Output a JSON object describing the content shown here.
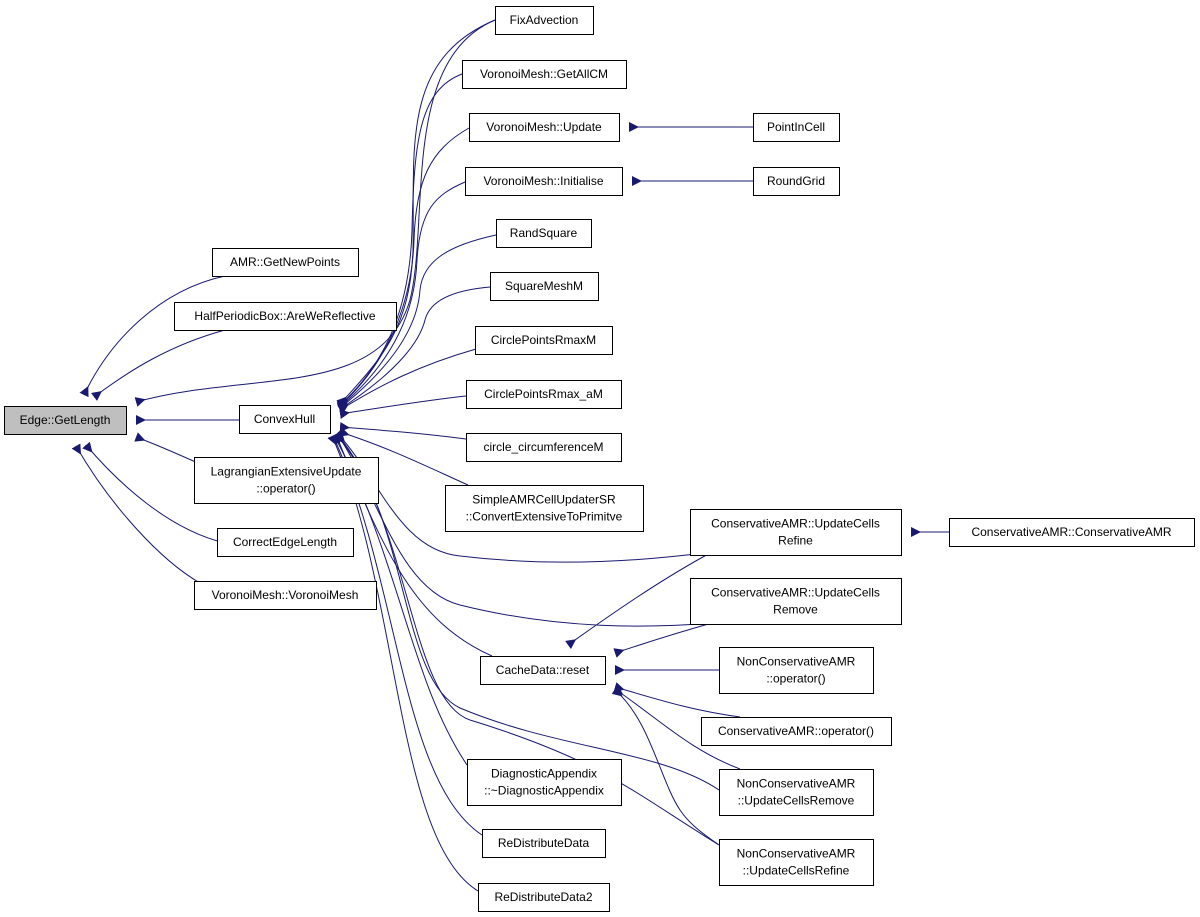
{
  "graph": {
    "colors": {
      "edge": "#191970",
      "node_fill": "#ffffff",
      "root_fill": "#bfbfbf",
      "border": "#000000"
    },
    "nodes": [
      {
        "id": "n0",
        "lines": [
          "Edge::GetLength"
        ],
        "root": true
      },
      {
        "id": "n1",
        "lines": [
          "AMR::GetNewPoints"
        ]
      },
      {
        "id": "n2",
        "lines": [
          "HalfPeriodicBox::AreWeReflective"
        ]
      },
      {
        "id": "n3",
        "lines": [
          "ConvexHull"
        ]
      },
      {
        "id": "n4",
        "lines": [
          "LagrangianExtensiveUpdate",
          "::operator()"
        ]
      },
      {
        "id": "n5",
        "lines": [
          "CorrectEdgeLength"
        ]
      },
      {
        "id": "n6",
        "lines": [
          "VoronoiMesh::VoronoiMesh"
        ]
      },
      {
        "id": "n7",
        "lines": [
          "FixAdvection"
        ]
      },
      {
        "id": "n8",
        "lines": [
          "VoronoiMesh::GetAllCM"
        ]
      },
      {
        "id": "n9",
        "lines": [
          "VoronoiMesh::Update"
        ]
      },
      {
        "id": "n10",
        "lines": [
          "VoronoiMesh::Initialise"
        ]
      },
      {
        "id": "n11",
        "lines": [
          "RandSquare"
        ]
      },
      {
        "id": "n12",
        "lines": [
          "SquareMeshM"
        ]
      },
      {
        "id": "n13",
        "lines": [
          "CirclePointsRmaxM"
        ]
      },
      {
        "id": "n14",
        "lines": [
          "CirclePointsRmax_aM"
        ]
      },
      {
        "id": "n15",
        "lines": [
          "circle_circumferenceM"
        ]
      },
      {
        "id": "n16",
        "lines": [
          "SimpleAMRCellUpdaterSR",
          "::ConvertExtensiveToPrimitve"
        ]
      },
      {
        "id": "n17",
        "lines": [
          "CacheData::reset"
        ]
      },
      {
        "id": "n18",
        "lines": [
          "DiagnosticAppendix",
          "::~DiagnosticAppendix"
        ]
      },
      {
        "id": "n19",
        "lines": [
          "ReDistributeData"
        ]
      },
      {
        "id": "n20",
        "lines": [
          "ReDistributeData2"
        ]
      },
      {
        "id": "n21",
        "lines": [
          "PointInCell"
        ]
      },
      {
        "id": "n22",
        "lines": [
          "RoundGrid"
        ]
      },
      {
        "id": "n23",
        "lines": [
          "ConservativeAMR::UpdateCells",
          "Refine"
        ]
      },
      {
        "id": "n24",
        "lines": [
          "ConservativeAMR::UpdateCells",
          "Remove"
        ]
      },
      {
        "id": "n25",
        "lines": [
          "NonConservativeAMR",
          "::operator()"
        ]
      },
      {
        "id": "n26",
        "lines": [
          "ConservativeAMR::operator()"
        ]
      },
      {
        "id": "n27",
        "lines": [
          "NonConservativeAMR",
          "::UpdateCellsRemove"
        ]
      },
      {
        "id": "n28",
        "lines": [
          "NonConservativeAMR",
          "::UpdateCellsRefine"
        ]
      },
      {
        "id": "n29",
        "lines": [
          "ConservativeAMR::ConservativeAMR"
        ]
      }
    ],
    "edges": [
      {
        "from": "n0",
        "to": "n1"
      },
      {
        "from": "n0",
        "to": "n2"
      },
      {
        "from": "n0",
        "to": "n3"
      },
      {
        "from": "n0",
        "to": "n4"
      },
      {
        "from": "n0",
        "to": "n5"
      },
      {
        "from": "n0",
        "to": "n6"
      },
      {
        "from": "n0",
        "to": "n7"
      },
      {
        "from": "n3",
        "to": "n7"
      },
      {
        "from": "n3",
        "to": "n8"
      },
      {
        "from": "n3",
        "to": "n9"
      },
      {
        "from": "n3",
        "to": "n10"
      },
      {
        "from": "n3",
        "to": "n11"
      },
      {
        "from": "n3",
        "to": "n12"
      },
      {
        "from": "n3",
        "to": "n13"
      },
      {
        "from": "n3",
        "to": "n14"
      },
      {
        "from": "n3",
        "to": "n15"
      },
      {
        "from": "n3",
        "to": "n16"
      },
      {
        "from": "n3",
        "to": "n23"
      },
      {
        "from": "n3",
        "to": "n24"
      },
      {
        "from": "n3",
        "to": "n17"
      },
      {
        "from": "n3",
        "to": "n18"
      },
      {
        "from": "n3",
        "to": "n19"
      },
      {
        "from": "n3",
        "to": "n20"
      },
      {
        "from": "n3",
        "to": "n27"
      },
      {
        "from": "n3",
        "to": "n28"
      },
      {
        "from": "n9",
        "to": "n21"
      },
      {
        "from": "n10",
        "to": "n22"
      },
      {
        "from": "n23",
        "to": "n29"
      },
      {
        "from": "n17",
        "to": "n23"
      },
      {
        "from": "n17",
        "to": "n24"
      },
      {
        "from": "n17",
        "to": "n25"
      },
      {
        "from": "n17",
        "to": "n26"
      },
      {
        "from": "n17",
        "to": "n27"
      },
      {
        "from": "n17",
        "to": "n28"
      }
    ]
  }
}
